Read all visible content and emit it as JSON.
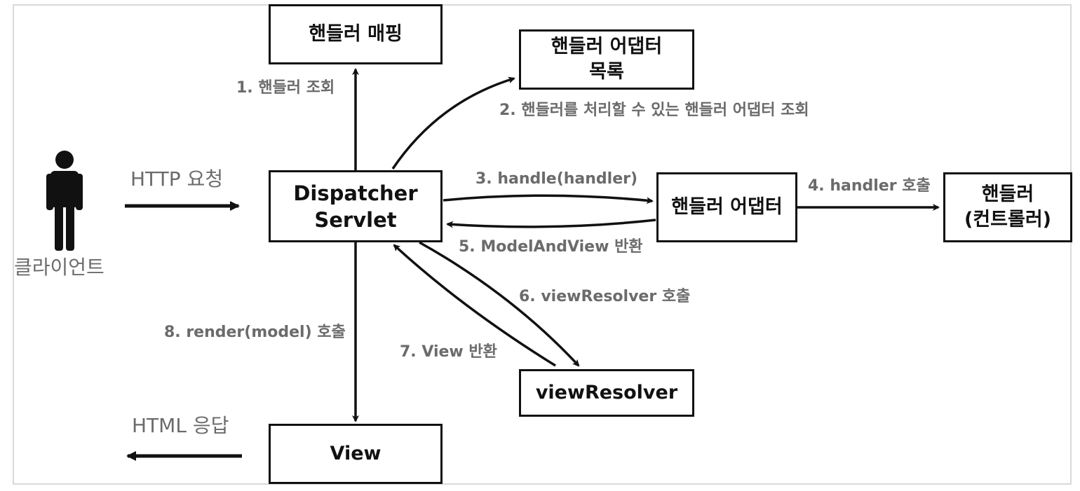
{
  "diagram": {
    "client_label": "클라이언트",
    "http_request_label": "HTTP 요청",
    "html_response_label": "HTML 응답",
    "boxes": {
      "handler_mapping": "핸들러 매핑",
      "handler_adapter_list": "핸들러 어댑터\n목록",
      "dispatcher_servlet": "Dispatcher\nServlet",
      "handler_adapter": "핸들러 어댑터",
      "handler": "핸들러\n(컨트롤러)",
      "view_resolver": "viewResolver",
      "view": "View"
    },
    "steps": {
      "step1": "1. 핸들러 조회",
      "step2": "2. 핸들러를 처리할 수 있는 핸들러 어댑터 조회",
      "step3": "3. handle(handler)",
      "step4": "4. handler 호출",
      "step5": "5. ModelAndView 반환",
      "step6": "6. viewResolver 호출",
      "step7": "7. View 반환",
      "step8": "8. render(model) 호출"
    }
  }
}
